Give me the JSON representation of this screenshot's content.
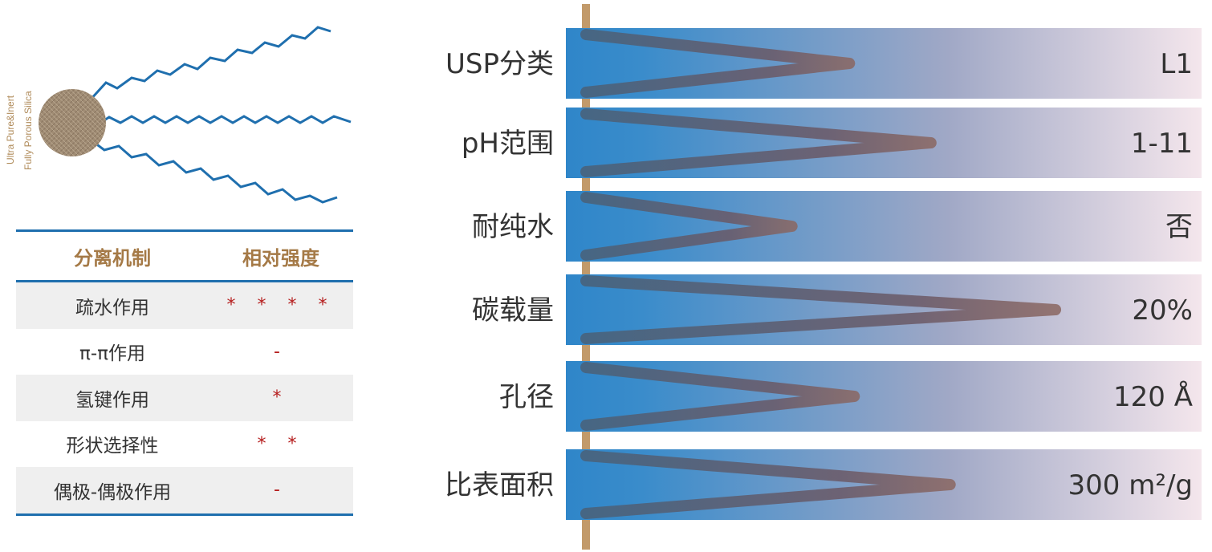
{
  "particle_label_line1": "Ultra Pure&Inert",
  "particle_label_line2": "Fully Porous Silica",
  "table": {
    "headers": [
      "分离机制",
      "相对强度"
    ],
    "rows": [
      {
        "mechanism": "疏水作用",
        "strength": "* * * *"
      },
      {
        "mechanism": "π-π作用",
        "strength": "-"
      },
      {
        "mechanism": "氢键作用",
        "strength": "*"
      },
      {
        "mechanism": "形状选择性",
        "strength": "* *"
      },
      {
        "mechanism": "偶极-偶极作用",
        "strength": "-"
      }
    ]
  },
  "specs": [
    {
      "label": "USP分类",
      "value": "L1",
      "level": 0.55
    },
    {
      "label": "pH范围",
      "value": "1-11",
      "level": 0.72
    },
    {
      "label": "耐纯水",
      "value": "否",
      "level": 0.43
    },
    {
      "label": "碳载量",
      "value": "20%",
      "level": 0.98
    },
    {
      "label": "孔径",
      "value": "120 Å",
      "level": 0.56
    },
    {
      "label": "比表面积",
      "value": "300 m²/g",
      "level": 0.76
    }
  ],
  "colors": {
    "chain_blue": "#1f6fae",
    "particle_tan": "#a08c74",
    "label_tan": "#b08b5a",
    "band_start": "#2f86c9",
    "band_end": "#f4e6ec",
    "wedge": "#6a5060",
    "pole": "#c29a6a",
    "star_red": "#b51d1d",
    "header_text": "#a57a47"
  }
}
